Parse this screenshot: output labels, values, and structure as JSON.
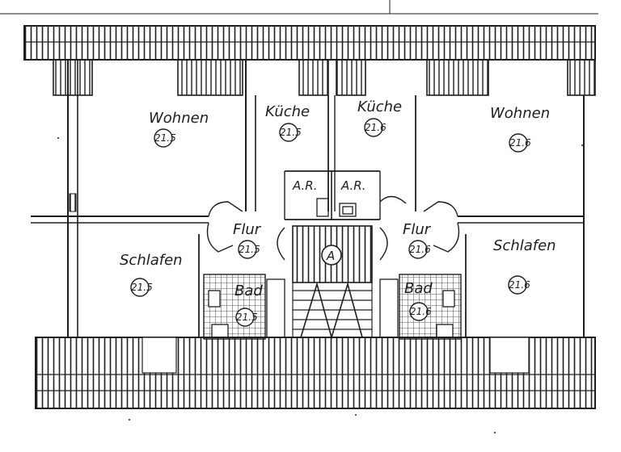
{
  "colors": {
    "ink": "#1e1e1e",
    "paper": "#ffffff",
    "tile": "#5a5a5a"
  },
  "rooms": {
    "wohnen_left": {
      "label": "Wohnen",
      "unit": "21.5"
    },
    "kueche_left": {
      "label": "Küche",
      "unit": "21.5"
    },
    "kueche_right": {
      "label": "Küche",
      "unit": "21.6"
    },
    "wohnen_right": {
      "label": "Wohnen",
      "unit": "21.6"
    },
    "ar_left": {
      "label": "A.R."
    },
    "ar_right": {
      "label": "A.R."
    },
    "flur_left": {
      "label": "Flur",
      "unit": "21.5"
    },
    "flur_right": {
      "label": "Flur",
      "unit": "21.6"
    },
    "schlafen_left": {
      "label": "Schlafen",
      "unit": "21.5"
    },
    "schlafen_right": {
      "label": "Schlafen",
      "unit": "21.6"
    },
    "bad_left": {
      "label": "Bad",
      "unit": "21.5"
    },
    "bad_right": {
      "label": "Bad",
      "unit": "21.6"
    }
  },
  "stair": {
    "label": "A"
  }
}
